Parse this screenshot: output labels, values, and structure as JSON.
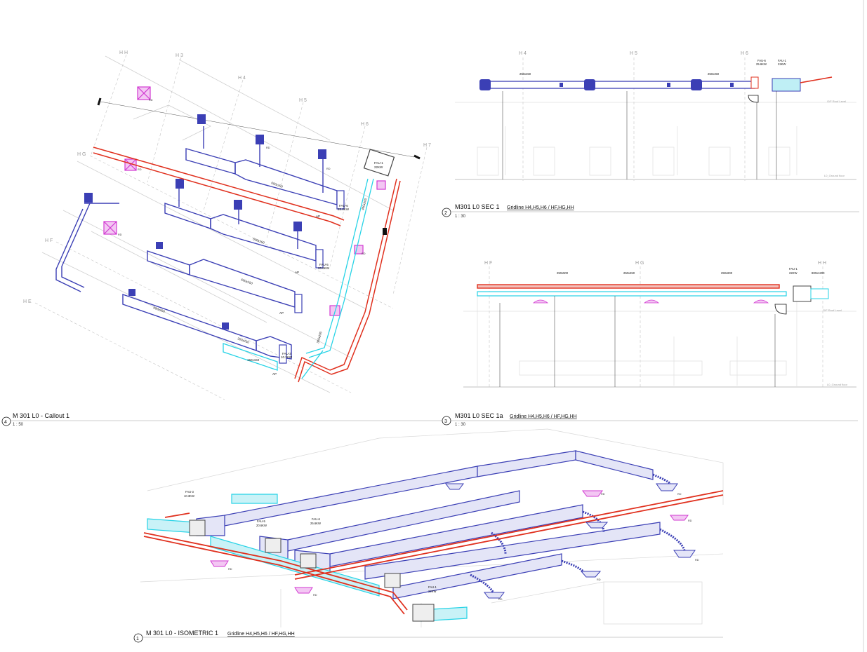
{
  "views": {
    "callout": {
      "number": "4",
      "title": "M 301 L0 - Callout 1",
      "scale": "1 : 50",
      "gridlines": [
        "H H",
        "H 3",
        "H 4",
        "H 5",
        "H 6",
        "H 7",
        "H G",
        "H F",
        "H E"
      ],
      "duct_sizes": [
        "600x250",
        "600x250",
        "600x250",
        "600x250",
        "300x250",
        "400x200",
        "300x200",
        "150x150"
      ],
      "units": [
        {
          "name": "FAU-6",
          "capacity": "25.6KW"
        },
        {
          "name": "FAU-5",
          "capacity": "20.6KW"
        },
        {
          "name": "FAU-3",
          "capacity": "10.3KW"
        },
        {
          "name": "FAU-1",
          "capacity": "22KW"
        }
      ],
      "ap_label": "AP",
      "rd_label": "RD"
    },
    "section1": {
      "number": "2",
      "title": "M301 L0 SEC 1",
      "gridline_link": "Gridline H4,H5,H6 / HF,HG,HH",
      "scale": "1 : 30",
      "gridlines": [
        "H 4",
        "H 5",
        "H 6"
      ],
      "units": [
        {
          "name": "FAU-6",
          "capacity": "25.6KW"
        },
        {
          "name": "FAU-1",
          "capacity": "22KW"
        }
      ],
      "duct_sizes": [
        "250x450",
        "250x450"
      ],
      "levels": [
        "G/F Roof Level",
        "L0_Ground floor"
      ]
    },
    "section1a": {
      "number": "3",
      "title": "M301 L0 SEC 1a",
      "gridline_link": "Gridline H4,H5,H6 / HF,HG,HH",
      "scale": "1 : 30",
      "gridlines": [
        "H F",
        "H G",
        "H H"
      ],
      "units": [
        {
          "name": "FAU-1",
          "capacity": "22KW"
        }
      ],
      "duct_sizes": [
        "250x500",
        "250x450",
        "250x600",
        "800x1200"
      ],
      "levels": [
        "G/F Roof Level",
        "L0_Ground floor"
      ]
    },
    "isometric": {
      "number": "1",
      "title": "M 301 L0 - ISOMETRIC 1",
      "gridline_link": "Gridline H4,H5,H6 / HF,HG,HH",
      "units": [
        {
          "name": "FAU-3",
          "capacity": "10.3KW"
        },
        {
          "name": "FAU-5",
          "capacity": "20.6KW"
        },
        {
          "name": "FAU-6",
          "capacity": "25.6KW"
        },
        {
          "name": "FAU-1",
          "capacity": "22KW"
        }
      ],
      "rd_label": "RD"
    }
  },
  "colors": {
    "supply_duct": "#3b3fb5",
    "refrigerant": "#e0301e",
    "fresh_air": "#27d3e6",
    "diffuser": "#d23ad2",
    "structure": "#c8c8c8",
    "gridline": "#b0b0b0"
  }
}
